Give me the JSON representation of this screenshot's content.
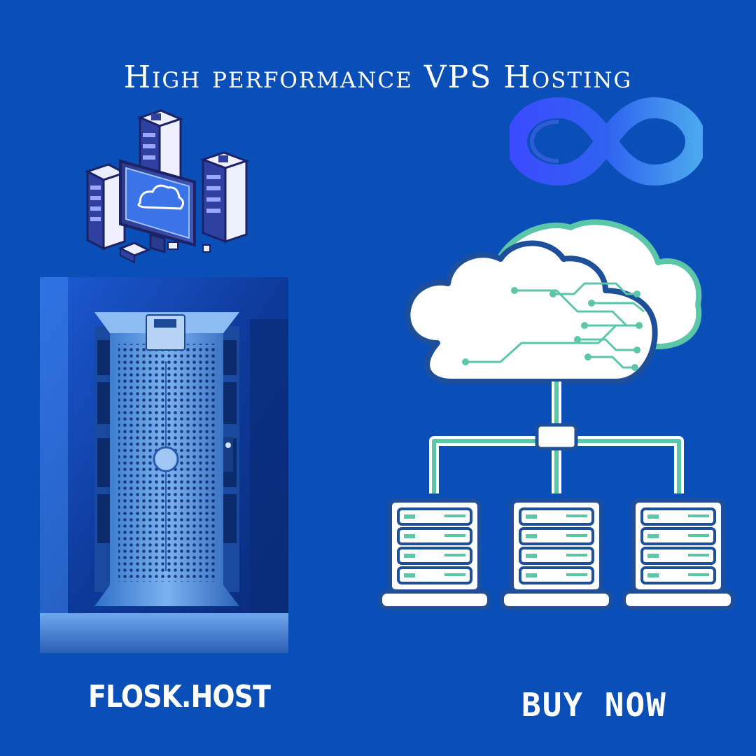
{
  "header": {
    "title": "High performance VPS Hosting"
  },
  "footer": {
    "brand": "FLOSK.HOST",
    "cta_label": "BUY NOW"
  },
  "illustrations": {
    "isometric": "cloud-servers-isometric-icon",
    "logo": "infinity-logo-icon",
    "photo": "server-tower-photo",
    "diagram": "cloud-network-diagram-icon"
  },
  "colors": {
    "background": "#0a4fb8",
    "accent_teal": "#5cc7a8",
    "outline_dark": "#1e4f9a",
    "text": "#ffffff"
  }
}
